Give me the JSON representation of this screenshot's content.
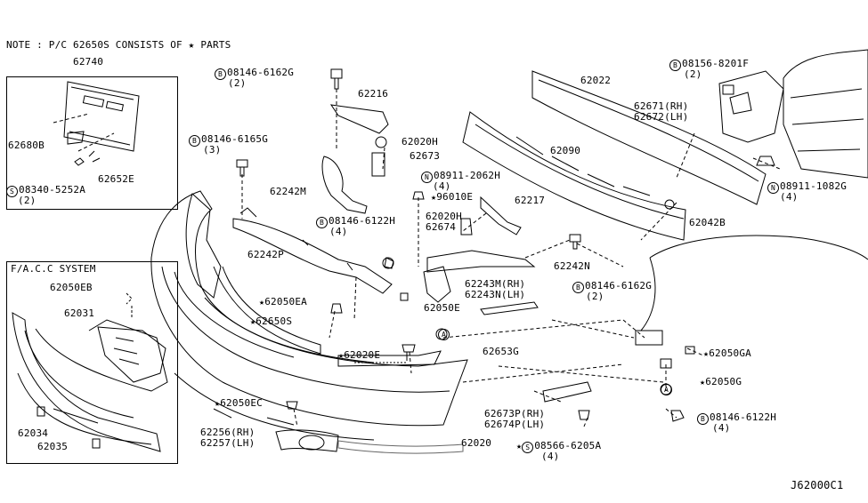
{
  "note": "NOTE : P/C 62650S CONSISTS OF ★ PARTS",
  "diagram_code": "J62000C1",
  "inset_system_title": "F/A.C.C SYSTEM",
  "colors": {
    "line": "#000000",
    "background": "#ffffff"
  },
  "labels": {
    "p62740": "62740",
    "p62680b": "62680B",
    "p62652e": "62652E",
    "s08340_5252a": "08340-5252A",
    "s08340_qty": "(2)",
    "p62050eb": "62050EB",
    "p62031": "62031",
    "p62034": "62034",
    "p62035": "62035",
    "b08146_6162g_top": "08146-6162G",
    "b08146_6162g_top_qty": "(2)",
    "p62216": "62216",
    "b08146_6165g": "08146-6165G",
    "b08146_6165g_qty": "(3)",
    "p62020h_top": "62020H",
    "p62673": "62673",
    "p62242m": "62242M",
    "n08911_2062h": "08911-2062H",
    "n08911_2062h_qty": "(4)",
    "p96010e": "96010E",
    "p62217": "62217",
    "b08146_6122h_mid": "08146-6122H",
    "b08146_6122h_mid_qty": "(4)",
    "p62020h_mid": "62020H",
    "p62674": "62674",
    "p62242p": "62242P",
    "p62242n": "62242N",
    "p62243m": "62243M(RH)",
    "p62243n": "62243N(LH)",
    "p62050e": "62050E",
    "p62050ea": "62050EA",
    "p62650s": "62650S",
    "p62020e": "62020E",
    "p62653g": "62653G",
    "p62050ec": "62050EC",
    "p62256": "62256(RH)",
    "p62257": "62257(LH)",
    "p62020": "62020",
    "p62022": "62022",
    "p62090": "62090",
    "b08156_8201f": "08156-8201F",
    "b08156_8201f_qty": "(2)",
    "p62671": "62671(RH)",
    "p62672": "62672(LH)",
    "n08911_1082g": "08911-1082G",
    "n08911_1082g_qty": "(4)",
    "p62042b": "62042B",
    "b08146_6162g_right": "08146-6162G",
    "b08146_6162g_right_qty": "(2)",
    "p62050ga": "62050GA",
    "p62050g": "62050G",
    "b08146_6122h_bot": "08146-6122H",
    "b08146_6122h_bot_qty": "(4)",
    "p62673p": "62673P(RH)",
    "p62674p": "62674P(LH)",
    "s08566_6205a": "08566-6205A",
    "s08566_6205a_qty": "(4)",
    "ref_a": "A"
  },
  "prefix_symbols": {
    "bolt": "B",
    "nut": "N",
    "screw": "S"
  }
}
